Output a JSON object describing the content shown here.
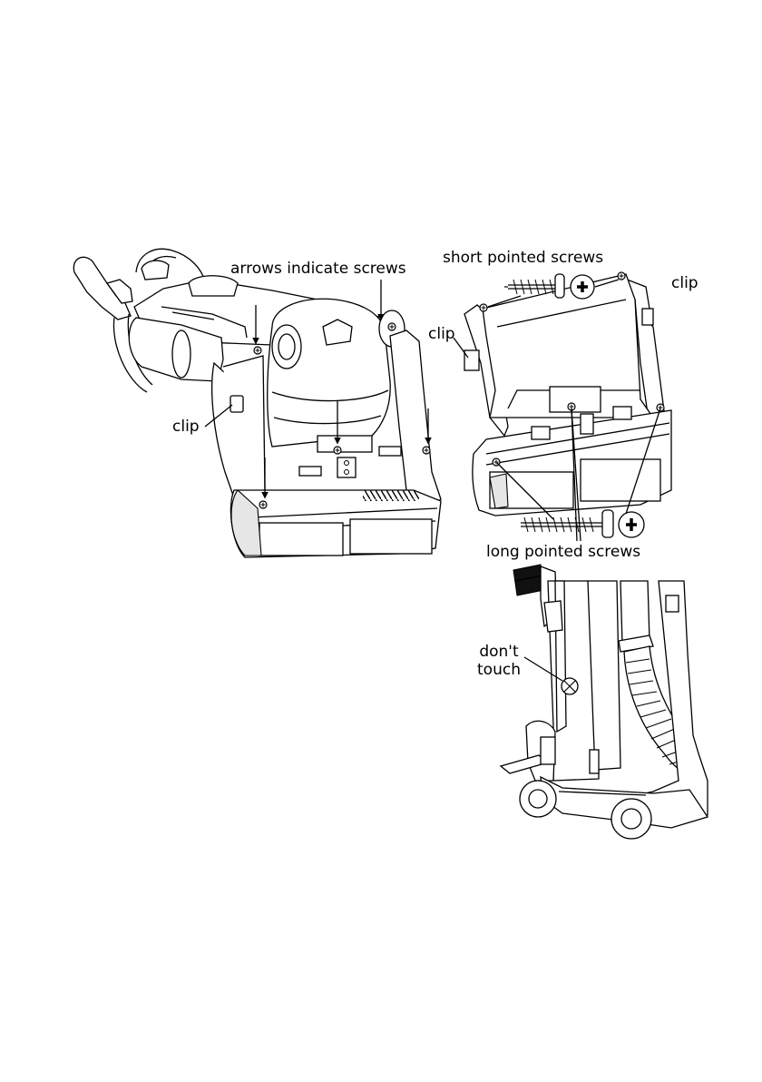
{
  "figure": {
    "labels": {
      "arrows_indicate_screws": "arrows indicate screws",
      "clip_left": "clip",
      "short_pointed_screws": "short pointed screws",
      "clip_top_right": "clip",
      "clip_middle": "clip",
      "long_pointed_screws": "long pointed screws",
      "dont_touch_line1": "don't",
      "dont_touch_line2": "touch"
    },
    "icons": [
      "screw-icon",
      "phillips-head-icon",
      "arrow-icon",
      "vacuum-cleaner-icon"
    ],
    "colors": {
      "ink": "#000000",
      "background": "#ffffff"
    }
  }
}
